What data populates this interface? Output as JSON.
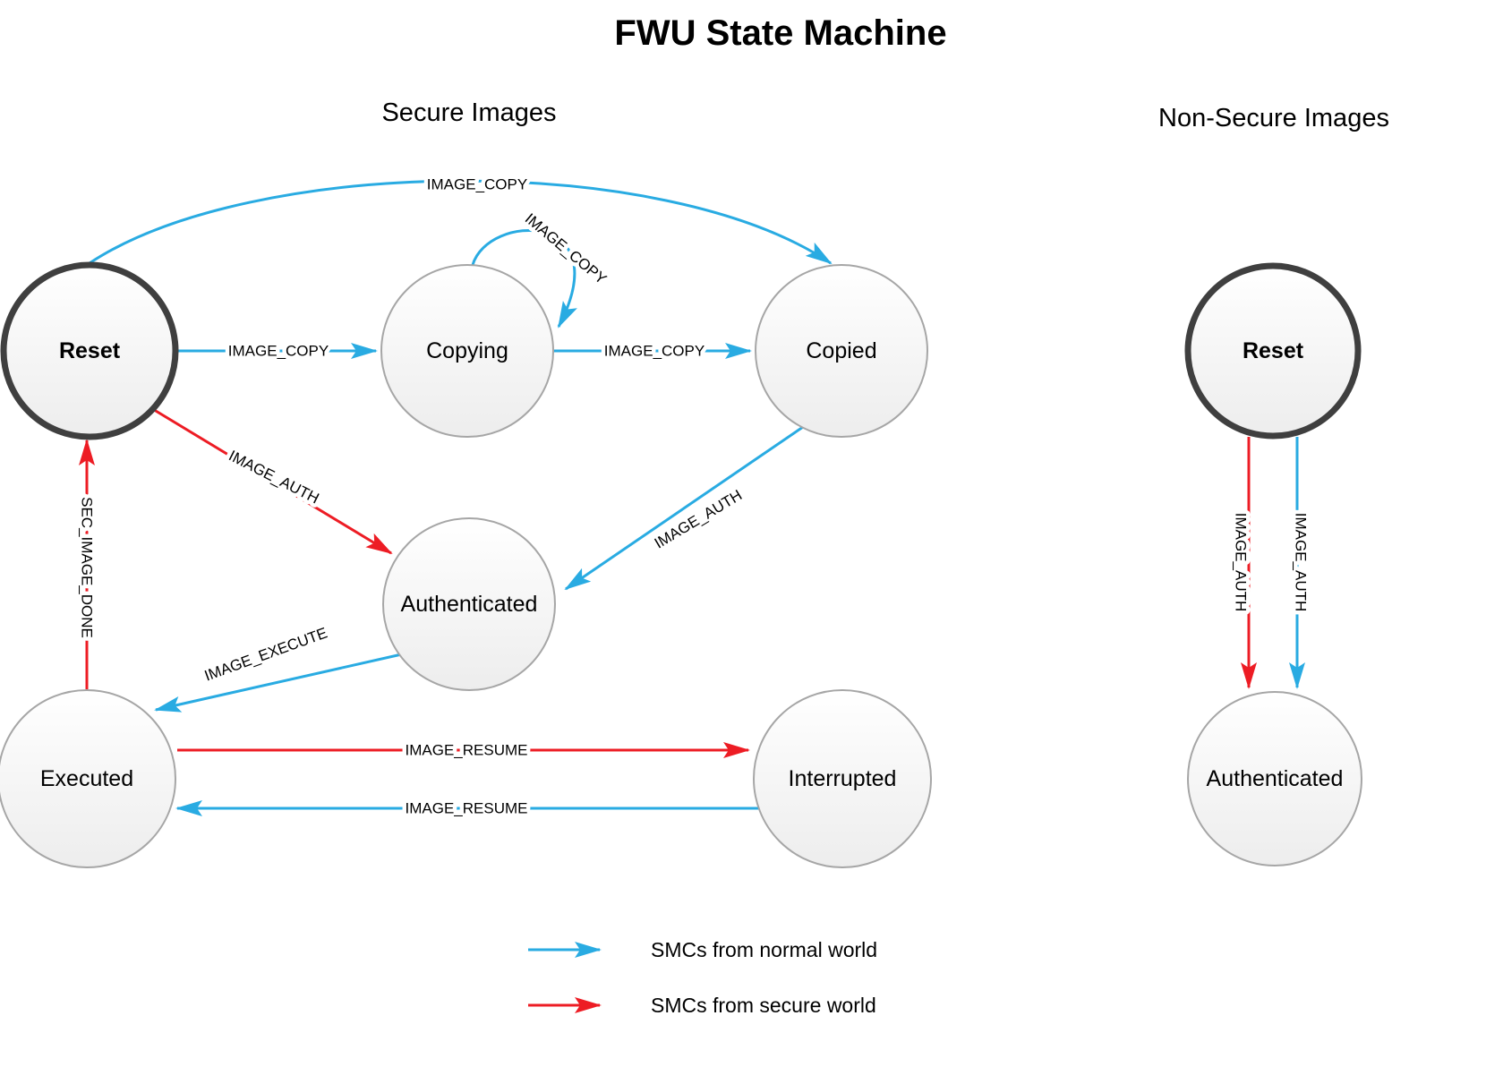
{
  "title": "FWU State Machine",
  "sections": {
    "secure": "Secure Images",
    "non_secure": "Non-Secure Images"
  },
  "legend": {
    "normal_world": "SMCs from normal world",
    "secure_world": "SMCs from secure world"
  },
  "colors": {
    "normal_world_arrow": "#29ABE2",
    "secure_world_arrow": "#ED1C24",
    "node_border": "#A6A6A6",
    "initial_node_border": "#3F3F3F",
    "node_fill_top": "#FFFFFF",
    "node_fill_bottom": "#EDEDED",
    "text": "#000000"
  },
  "diagram": {
    "secure": {
      "nodes": {
        "reset": "Reset",
        "copying": "Copying",
        "copied": "Copied",
        "authenticated": "Authenticated",
        "executed": "Executed",
        "interrupted": "Interrupted"
      },
      "edges": {
        "reset_to_copied": {
          "label": "IMAGE_COPY",
          "world": "normal"
        },
        "reset_to_copying": {
          "label": "IMAGE_COPY",
          "world": "normal"
        },
        "copying_to_copying": {
          "label": "IMAGE_COPY",
          "world": "normal"
        },
        "copying_to_copied": {
          "label": "IMAGE_COPY",
          "world": "normal"
        },
        "copied_to_authenticated": {
          "label": "IMAGE_AUTH",
          "world": "normal"
        },
        "reset_to_authenticated": {
          "label": "IMAGE_AUTH",
          "world": "secure"
        },
        "authenticated_to_executed": {
          "label": "IMAGE_EXECUTE",
          "world": "normal"
        },
        "executed_to_reset": {
          "label": "SEC_IMAGE_DONE",
          "world": "secure"
        },
        "executed_to_interrupted": {
          "label": "IMAGE_RESUME",
          "world": "secure"
        },
        "interrupted_to_executed": {
          "label": "IMAGE_RESUME",
          "world": "normal"
        }
      }
    },
    "non_secure": {
      "nodes": {
        "reset": "Reset",
        "authenticated": "Authenticated"
      },
      "edges": {
        "reset_to_authenticated_secure": {
          "label": "IMAGE_AUTH",
          "world": "secure"
        },
        "reset_to_authenticated_normal": {
          "label": "IMAGE_AUTH",
          "world": "normal"
        }
      }
    }
  }
}
